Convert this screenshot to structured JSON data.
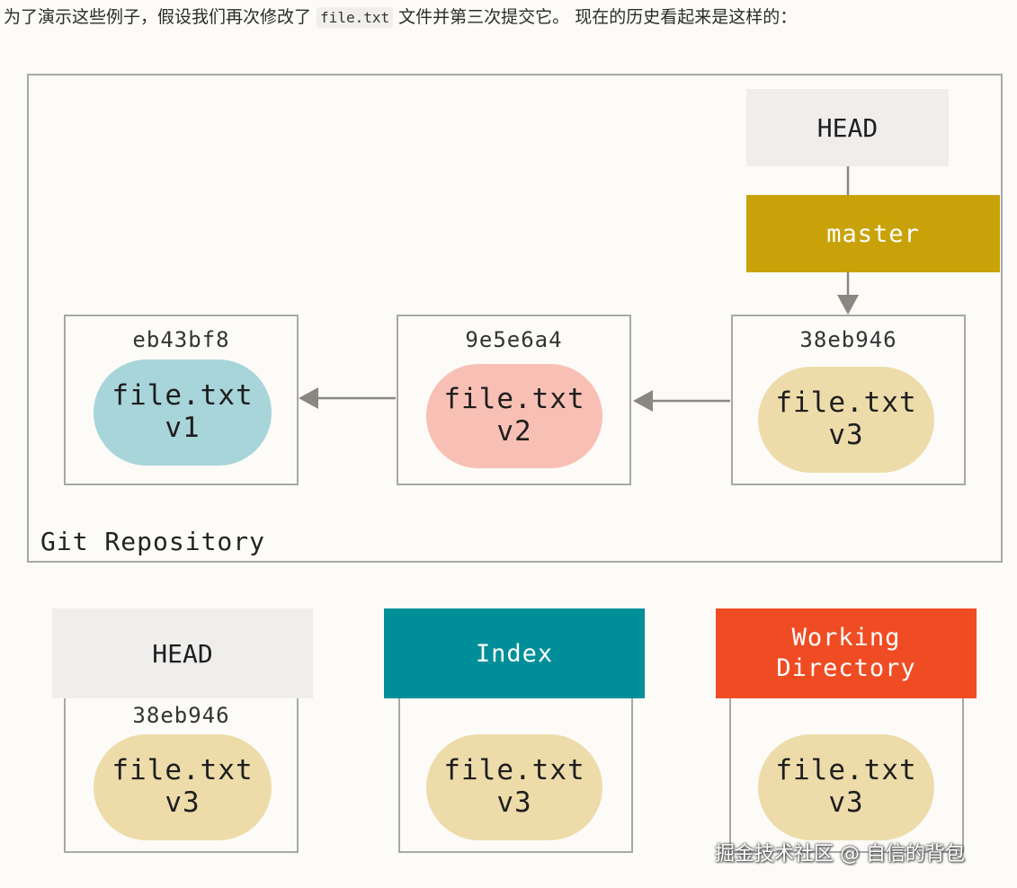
{
  "intro": {
    "before": "为了演示这些例子，假设我们再次修改了 ",
    "code": "file.txt",
    "after": " 文件并第三次提交它。 现在的历史看起来是这样的："
  },
  "repository": {
    "label": "Git Repository",
    "head_label": "HEAD",
    "branch_label": "master",
    "commits": [
      {
        "hash": "eb43bf8",
        "file": "file.txt",
        "version": "v1",
        "color": "#a8d5da"
      },
      {
        "hash": "9e5e6a4",
        "file": "file.txt",
        "version": "v2",
        "color": "#f8c0b4"
      },
      {
        "hash": "38eb946",
        "file": "file.txt",
        "version": "v3",
        "color": "#eddcaa"
      }
    ]
  },
  "trees": [
    {
      "label": "HEAD",
      "hash": "38eb946",
      "file": "file.txt",
      "version": "v3",
      "color": "#efeeec"
    },
    {
      "label": "Index",
      "file": "file.txt",
      "version": "v3",
      "color": "#008f98"
    },
    {
      "label_line1": "Working",
      "label_line2": "Directory",
      "file": "file.txt",
      "version": "v3",
      "color": "#f04c23"
    }
  ],
  "colors": {
    "border": "#a8a8a8",
    "arrow": "#8a8780",
    "master": "#c9a20a",
    "blob_v3": "#eddcaa"
  },
  "watermark": "掘金技术社区 @ 自信的背包"
}
